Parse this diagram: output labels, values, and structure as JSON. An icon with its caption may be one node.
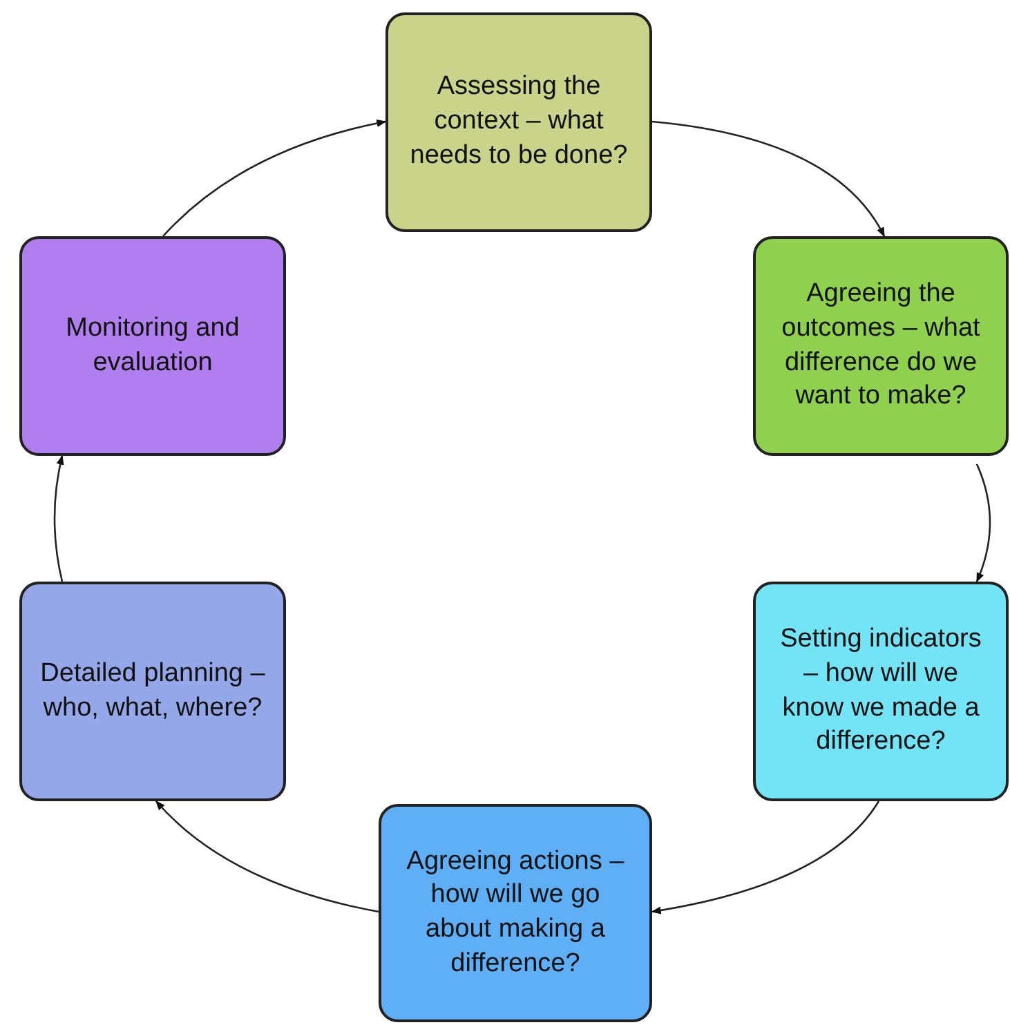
{
  "diagram": {
    "nodes": [
      {
        "text": [
          "Assessing the context – what needs to be done?"
        ]
      },
      {
        "text": [
          "Agreeing the outcomes – what difference do we want to make?"
        ]
      },
      {
        "text": [
          "Setting indicators – how will we know we made a difference?"
        ]
      },
      {
        "text": [
          "Agreeing actions – how will we go about making a difference?"
        ]
      },
      {
        "text": [
          "Detailed planning – who, what, where?"
        ]
      },
      {
        "text": [
          "Monitoring and evaluation"
        ]
      }
    ],
    "edges": [
      {
        "from": 0,
        "to": 1,
        "arrow": "to"
      },
      {
        "from": 1,
        "to": 2,
        "arrow": "to"
      },
      {
        "from": 2,
        "to": 3,
        "arrow": "to"
      },
      {
        "from": 3,
        "to": 4,
        "arrow": "to"
      },
      {
        "from": 4,
        "to": 5,
        "arrow": "to"
      },
      {
        "from": 5,
        "to": 0,
        "arrow": "to"
      }
    ]
  }
}
